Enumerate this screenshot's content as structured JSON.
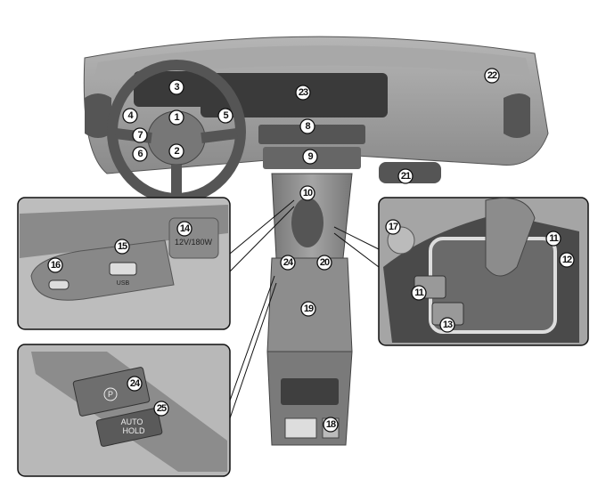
{
  "callouts": {
    "c1": "1",
    "c2": "2",
    "c3": "3",
    "c4": "4",
    "c5": "5",
    "c6": "6",
    "c7": "7",
    "c8": "8",
    "c9": "9",
    "c10": "10",
    "c11a": "11",
    "c11b": "11",
    "c12": "12",
    "c13": "13",
    "c14": "14",
    "c15": "15",
    "c16": "16",
    "c17": "17",
    "c18": "18",
    "c19": "19",
    "c20": "20",
    "c21": "21",
    "c22": "22",
    "c23": "23",
    "c24a": "24",
    "c24b": "24",
    "c25": "25"
  },
  "inset_labels": {
    "power_outlet": "12V/180W",
    "usb": "USB",
    "auto_hold_line1": "AUTO",
    "auto_hold_line2": "HOLD",
    "parking_brake": "P"
  },
  "colors": {
    "background": "#ffffff",
    "body": "#9a9a9a",
    "dark": "#4a4a4a",
    "light": "#c8c8c8",
    "outline": "#111111"
  }
}
